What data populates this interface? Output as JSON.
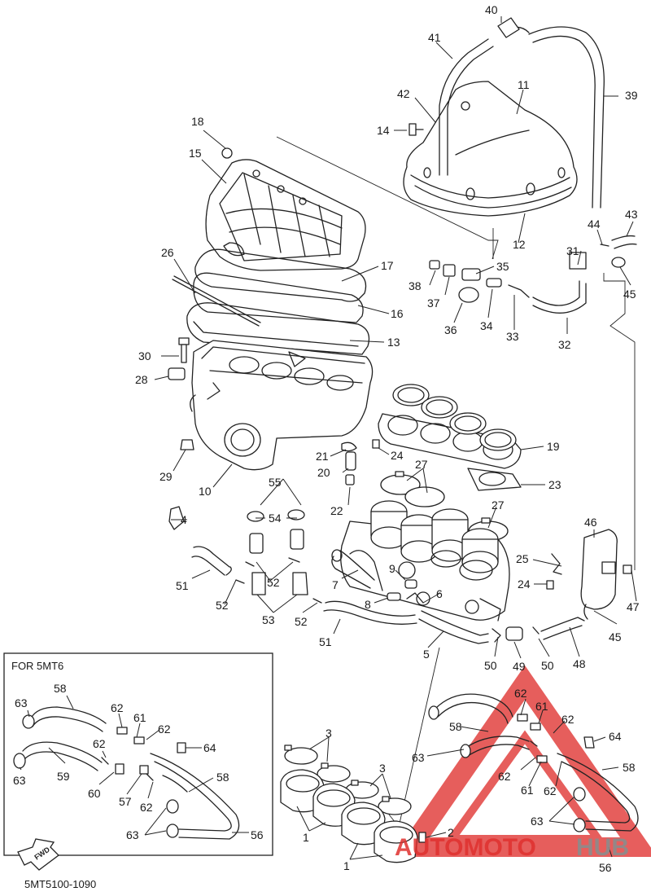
{
  "inset_title": "FOR 5MT6",
  "diagram_code": "5MT5100-1090",
  "fwd_label": "FWD",
  "watermark": {
    "brand_a": "AUTOMOTO",
    "brand_b": "HUB",
    "color_red": "#e0312f",
    "color_gray": "#8c8c8c"
  },
  "callouts": {
    "c1": "1",
    "c2": "2",
    "c3": "3",
    "c4": "4",
    "c5": "5",
    "c6": "6",
    "c7": "7",
    "c8": "8",
    "c9": "9",
    "c10": "10",
    "c11": "11",
    "c12": "12",
    "c13": "13",
    "c14": "14",
    "c15": "15",
    "c16": "16",
    "c17": "17",
    "c18": "18",
    "c19": "19",
    "c20": "20",
    "c21": "21",
    "c22": "22",
    "c23": "23",
    "c24": "24",
    "c25": "25",
    "c26": "26",
    "c27": "27",
    "c28": "28",
    "c29": "29",
    "c30": "30",
    "c31": "31",
    "c32": "32",
    "c33": "33",
    "c34": "34",
    "c35": "35",
    "c36": "36",
    "c37": "37",
    "c38": "38",
    "c39": "39",
    "c40": "40",
    "c41": "41",
    "c42": "42",
    "c43": "43",
    "c44": "44",
    "c45": "45",
    "c46": "46",
    "c47": "47",
    "c48": "48",
    "c49": "49",
    "c50": "50",
    "c51": "51",
    "c52": "52",
    "c53": "53",
    "c54": "54",
    "c55": "55",
    "c56": "56",
    "c57": "57",
    "c58": "58",
    "c59": "59",
    "c60": "60",
    "c61": "61",
    "c62": "62",
    "c63": "63",
    "c64": "64"
  }
}
